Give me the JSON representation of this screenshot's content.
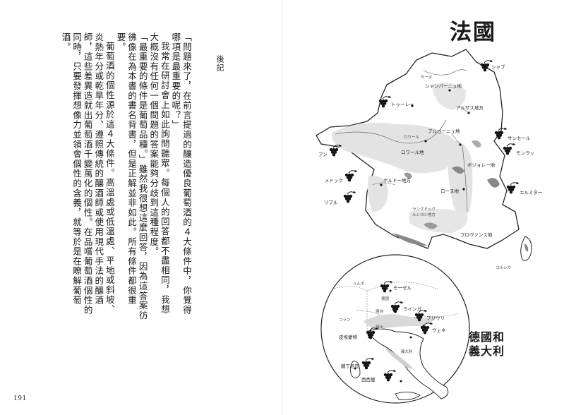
{
  "left_page": {
    "running_head": "後記",
    "page_number": "191",
    "paragraphs": [
      "「問題來了，在前言提過的釀造優良葡萄酒的４大條件中，你覺得哪項是最重要的呢？」",
      "我常在研討會上如此詢問聽眾。每個人的回答都不盡相同，我想大概沒有任何一個問題的答案能夠分歧到這種程度。",
      "「最重要的條件是葡萄品種。」雖然我很想這麼回答，因為這答案彷彿像在為本書的書名背書，但是正解並非如此。所有條件都很重要。",
      "葡萄酒的個性源於這４大條件。高溫處或低溫處、平地或斜坡、炎熱年分或乾旱年分、遵照傳統的釀酒師或使用現代手法的釀酒師，這些差異造就出葡萄酒千變萬化的個性。在品嚐葡萄酒個性的同時，只要發揮想像力並領會個性的含義，就等於是在瞭解葡萄酒。"
    ]
  },
  "right_page": {
    "france_title": "法國",
    "italy_title_line1": "德國和",
    "italy_title_line2": "義大利",
    "france_labels": {
      "chablis": "シャブ",
      "champagne": "シャンパーニュ地",
      "alsace": "アルザス地方",
      "touraine": "トゥーレー",
      "bourgogne": "ブルゴーニュ地",
      "sancerre": "サンセール",
      "montrachet": "モンラッ",
      "loire": "ロワール地",
      "beaujolais": "ボジョレー地",
      "anjou": "アン",
      "medoc": "メドック",
      "bordeaux": "ボルドー地方",
      "rhone": "ローヌ地",
      "hermitage": "エルミター",
      "libourne": "リブル",
      "languedoc1": "ラングドック",
      "languedoc2": "ルシヨン地方",
      "provence": "プロヴァンス地",
      "corsica": "コルシカ",
      "seine": "セーヌ",
      "loire_river": "ロワール"
    },
    "italy_labels": {
      "mosel": "モーゼル",
      "rheingau": "ラインガ",
      "friuli": "フリウリ",
      "veneto": "ヴェネ",
      "piemonte": "皮埃蒙特",
      "sardinia": "薩丁尼亞",
      "sicily": "西西里",
      "germany": "德國",
      "switzerland": "瑞士",
      "austria": "澳洲",
      "france_small": "フラン",
      "italy_small": "義大利",
      "belgium": "ベルギ"
    }
  }
}
